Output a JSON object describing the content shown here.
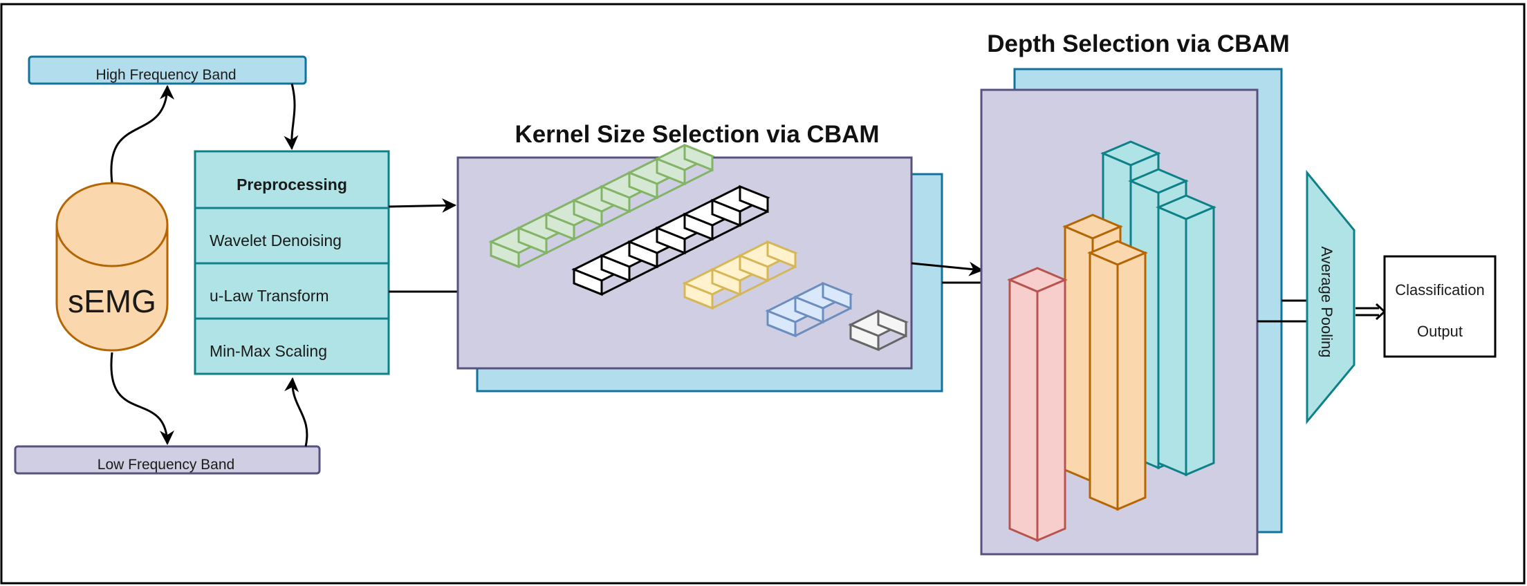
{
  "high_band": {
    "label": "High Frequency Band",
    "fill": "#b1dded",
    "stroke": "#10739e"
  },
  "low_band": {
    "label": "Low Frequency Band",
    "fill": "#d0cee2",
    "stroke": "#56517e"
  },
  "semg": {
    "label": "sEMG",
    "fill": "#fad7ac",
    "stroke": "#b46504"
  },
  "preprocessing": {
    "fill": "#b0e3e6",
    "stroke": "#0e8088",
    "title": "Preprocessing",
    "steps": [
      "Wavelet Denoising",
      "u-Law Transform",
      "Min-Max Scaling"
    ]
  },
  "kernel": {
    "title": "Kernel Size Selection via CBAM",
    "front_fill": "#d0cee2",
    "back_fill": "#b1dded"
  },
  "depth": {
    "title": "Depth Selection via CBAM",
    "front_fill": "#d0cee2",
    "back_fill": "#b1dded"
  },
  "pooling": {
    "label": "Average Pooling",
    "fill": "#b0e3e6",
    "stroke": "#0e8088"
  },
  "output": {
    "line1": "Classification",
    "line2": "Output"
  }
}
